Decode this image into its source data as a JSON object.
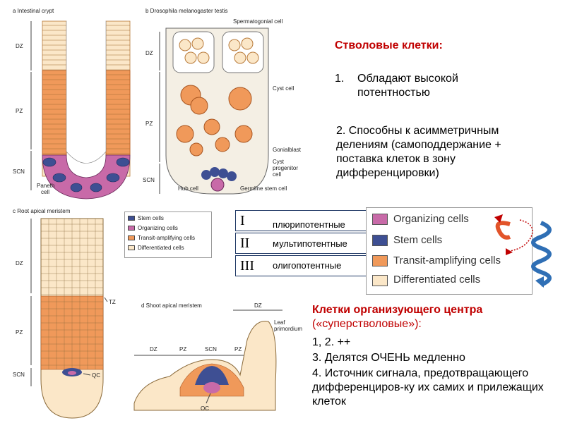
{
  "panel_a": {
    "title": "a Intestinal crypt",
    "zones": [
      "DZ",
      "PZ",
      "SCN"
    ],
    "paneth_label": "Paneth\ncell"
  },
  "panel_b": {
    "title": "b Drosophila melanogaster testis",
    "zones": [
      "DZ",
      "PZ",
      "SCN"
    ],
    "labels": {
      "spermatogonial": "Spermatogonial cell",
      "cyst": "Cyst cell",
      "gonialblast": "Gonialblast",
      "cyst_progenitor": "Cyst\nprogenitor\ncell",
      "hub": "Hub cell",
      "germline": "Germline stem cell"
    }
  },
  "panel_c": {
    "title": "c Root apical meristem",
    "zones": [
      "DZ",
      "PZ",
      "SCN"
    ],
    "tz": "TZ",
    "qc": "QC"
  },
  "panel_d": {
    "title": "d Shoot apical meristem",
    "top_zone": "DZ",
    "zones": [
      "DZ",
      "PZ",
      "SCN",
      "PZ"
    ],
    "leaf": "Leaf\nprimordium",
    "oc": "OC"
  },
  "small_legend": [
    {
      "label": "Stem cells",
      "color": "#3e4f93"
    },
    {
      "label": "Organizing cells",
      "color": "#c86aa8"
    },
    {
      "label": "Transit-amplifying cells",
      "color": "#f0995a"
    },
    {
      "label": "Differentiated cells",
      "color": "#fbe7c8"
    }
  ],
  "stem_title": "Стволовые клетки:",
  "stem_point1_num": "1.",
  "stem_point1": "Обладают высокой потентностью",
  "stem_point2": "2. Способны  к асимметричным делениям  (самоподдержание  + поставка клеток в зону дифференцировки)",
  "potency_rows": [
    {
      "numeral": "I",
      "label": "плюрипотентные"
    },
    {
      "numeral": "II",
      "label": "мультипотентные"
    },
    {
      "numeral": "III",
      "label": "олигопотентные"
    }
  ],
  "big_legend": [
    {
      "label": "Organizing cells",
      "color": "#c86aa8"
    },
    {
      "label": "Stem cells",
      "color": "#3e4f93"
    },
    {
      "label": "Transit-amplifying cells",
      "color": "#f0995a"
    },
    {
      "label": "Differentiated cells",
      "color": "#fbe7c8"
    }
  ],
  "organizer_title": "Клетки организующего центра",
  "organizer_subtitle": "(«суперстволовые»):",
  "organizer_points": [
    "1, 2.  ++",
    "3. Делятся ОЧЕНЬ медленно",
    "4. Источник сигнала, предотвращающего дифференциров-ку их самих и прилежащих  клеток"
  ]
}
